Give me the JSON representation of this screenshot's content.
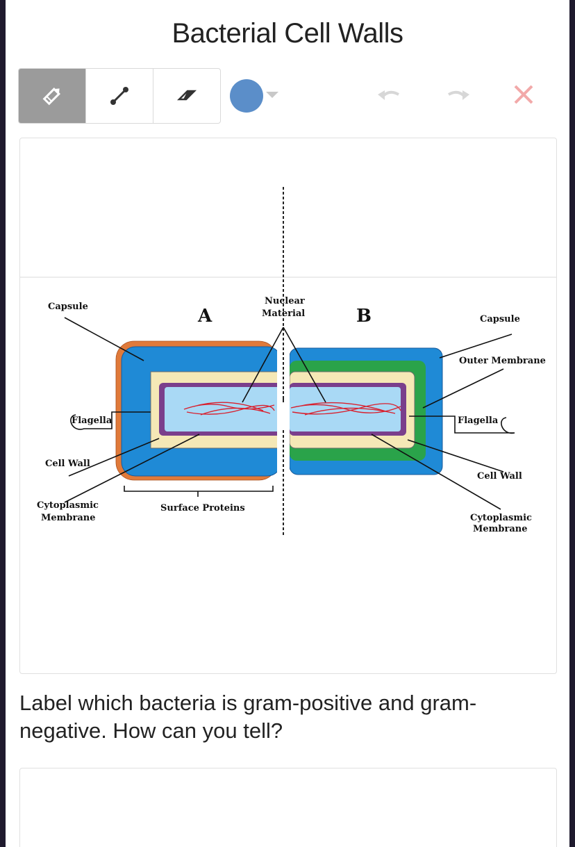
{
  "title": "Bacterial Cell Walls",
  "toolbar": {
    "tools": [
      "pencil-icon",
      "line-icon",
      "eraser-icon"
    ],
    "active_tool": "pencil-icon",
    "color": "#5b8ec9",
    "actions": [
      "undo-icon",
      "redo-icon",
      "clear-icon"
    ]
  },
  "diagram": {
    "label_a": "A",
    "label_b": "B",
    "nuclear_1": "Nuclear",
    "nuclear_2": "Material",
    "capsule_left": "Capsule",
    "capsule_right": "Capsule",
    "outer_membrane": "Outer Membrane",
    "flagella_left": "Flagella",
    "flagella_right": "Flagella",
    "cell_wall_left": "Cell Wall",
    "cell_wall_right": "Cell Wall",
    "cyto_left_1": "Cytoplasmic",
    "cyto_left_2": "Membrane",
    "cyto_right_1": "Cytoplasmic",
    "cyto_right_2": "Membrane",
    "surface_proteins": "Surface Proteins"
  },
  "question": "Label which bacteria is gram-positive and gram-negative. How can you tell?"
}
